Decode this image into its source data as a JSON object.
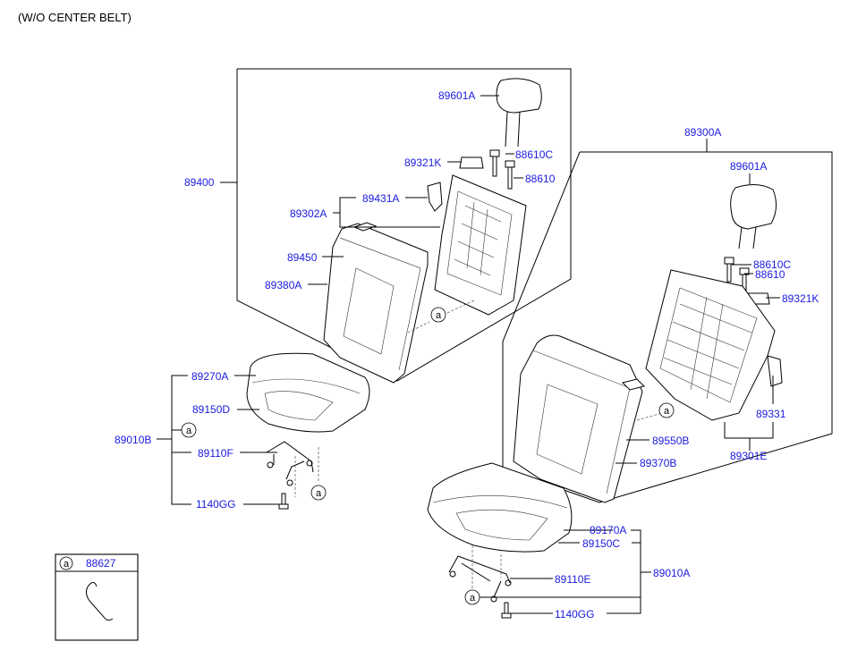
{
  "header": {
    "title": "(W/O CENTER BELT)"
  },
  "callout_letter": "a",
  "labels": {
    "p89601A_l": "89601A",
    "p89321K_l": "89321K",
    "p88610C_l": "88610C",
    "p88610_l": "88610",
    "p89400": "89400",
    "p89431A": "89431A",
    "p89302A": "89302A",
    "p89450": "89450",
    "p89380A": "89380A",
    "p89270A": "89270A",
    "p89150D": "89150D",
    "p89010B": "89010B",
    "p89110F": "89110F",
    "p1140GG_l": "1140GG",
    "p88627": "88627",
    "p89300A": "89300A",
    "p89601A_r": "89601A",
    "p88610C_r": "88610C",
    "p88610_r": "88610",
    "p89321K_r": "89321K",
    "p89331": "89331",
    "p89301E": "89301E",
    "p89550B": "89550B",
    "p89370B": "89370B",
    "p89170A": "89170A",
    "p89150C": "89150C",
    "p89010A": "89010A",
    "p89110E": "89110E",
    "p1140GG_r": "1140GG"
  }
}
